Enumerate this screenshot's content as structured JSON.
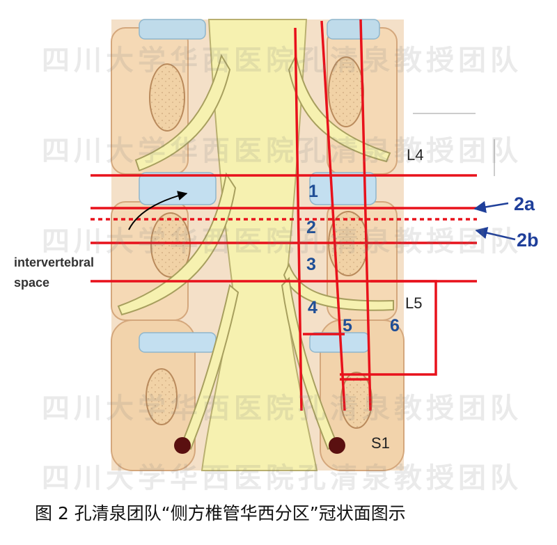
{
  "figure": {
    "caption": "图 2  孔清泉团队“侧方椎管华西分区”冠状面图示",
    "level_labels": {
      "l4": "L4",
      "l5": "L5",
      "s1": "S1"
    },
    "line_labels": {
      "a": "2a",
      "b": "2b"
    },
    "zones": [
      "1",
      "2",
      "3",
      "4",
      "5",
      "6"
    ],
    "intervertebral_label": [
      "intervertebral",
      "space"
    ],
    "watermark": "四川大学华西医院孔清泉教授团队",
    "colors": {
      "zone_lines": "#e8111b",
      "zone_numbers": "#1f4e96",
      "arrows": "#1f3f9a",
      "dura": "#f6f1b0",
      "disc": "#bfdbea",
      "bone": "#f4d7b0"
    }
  }
}
